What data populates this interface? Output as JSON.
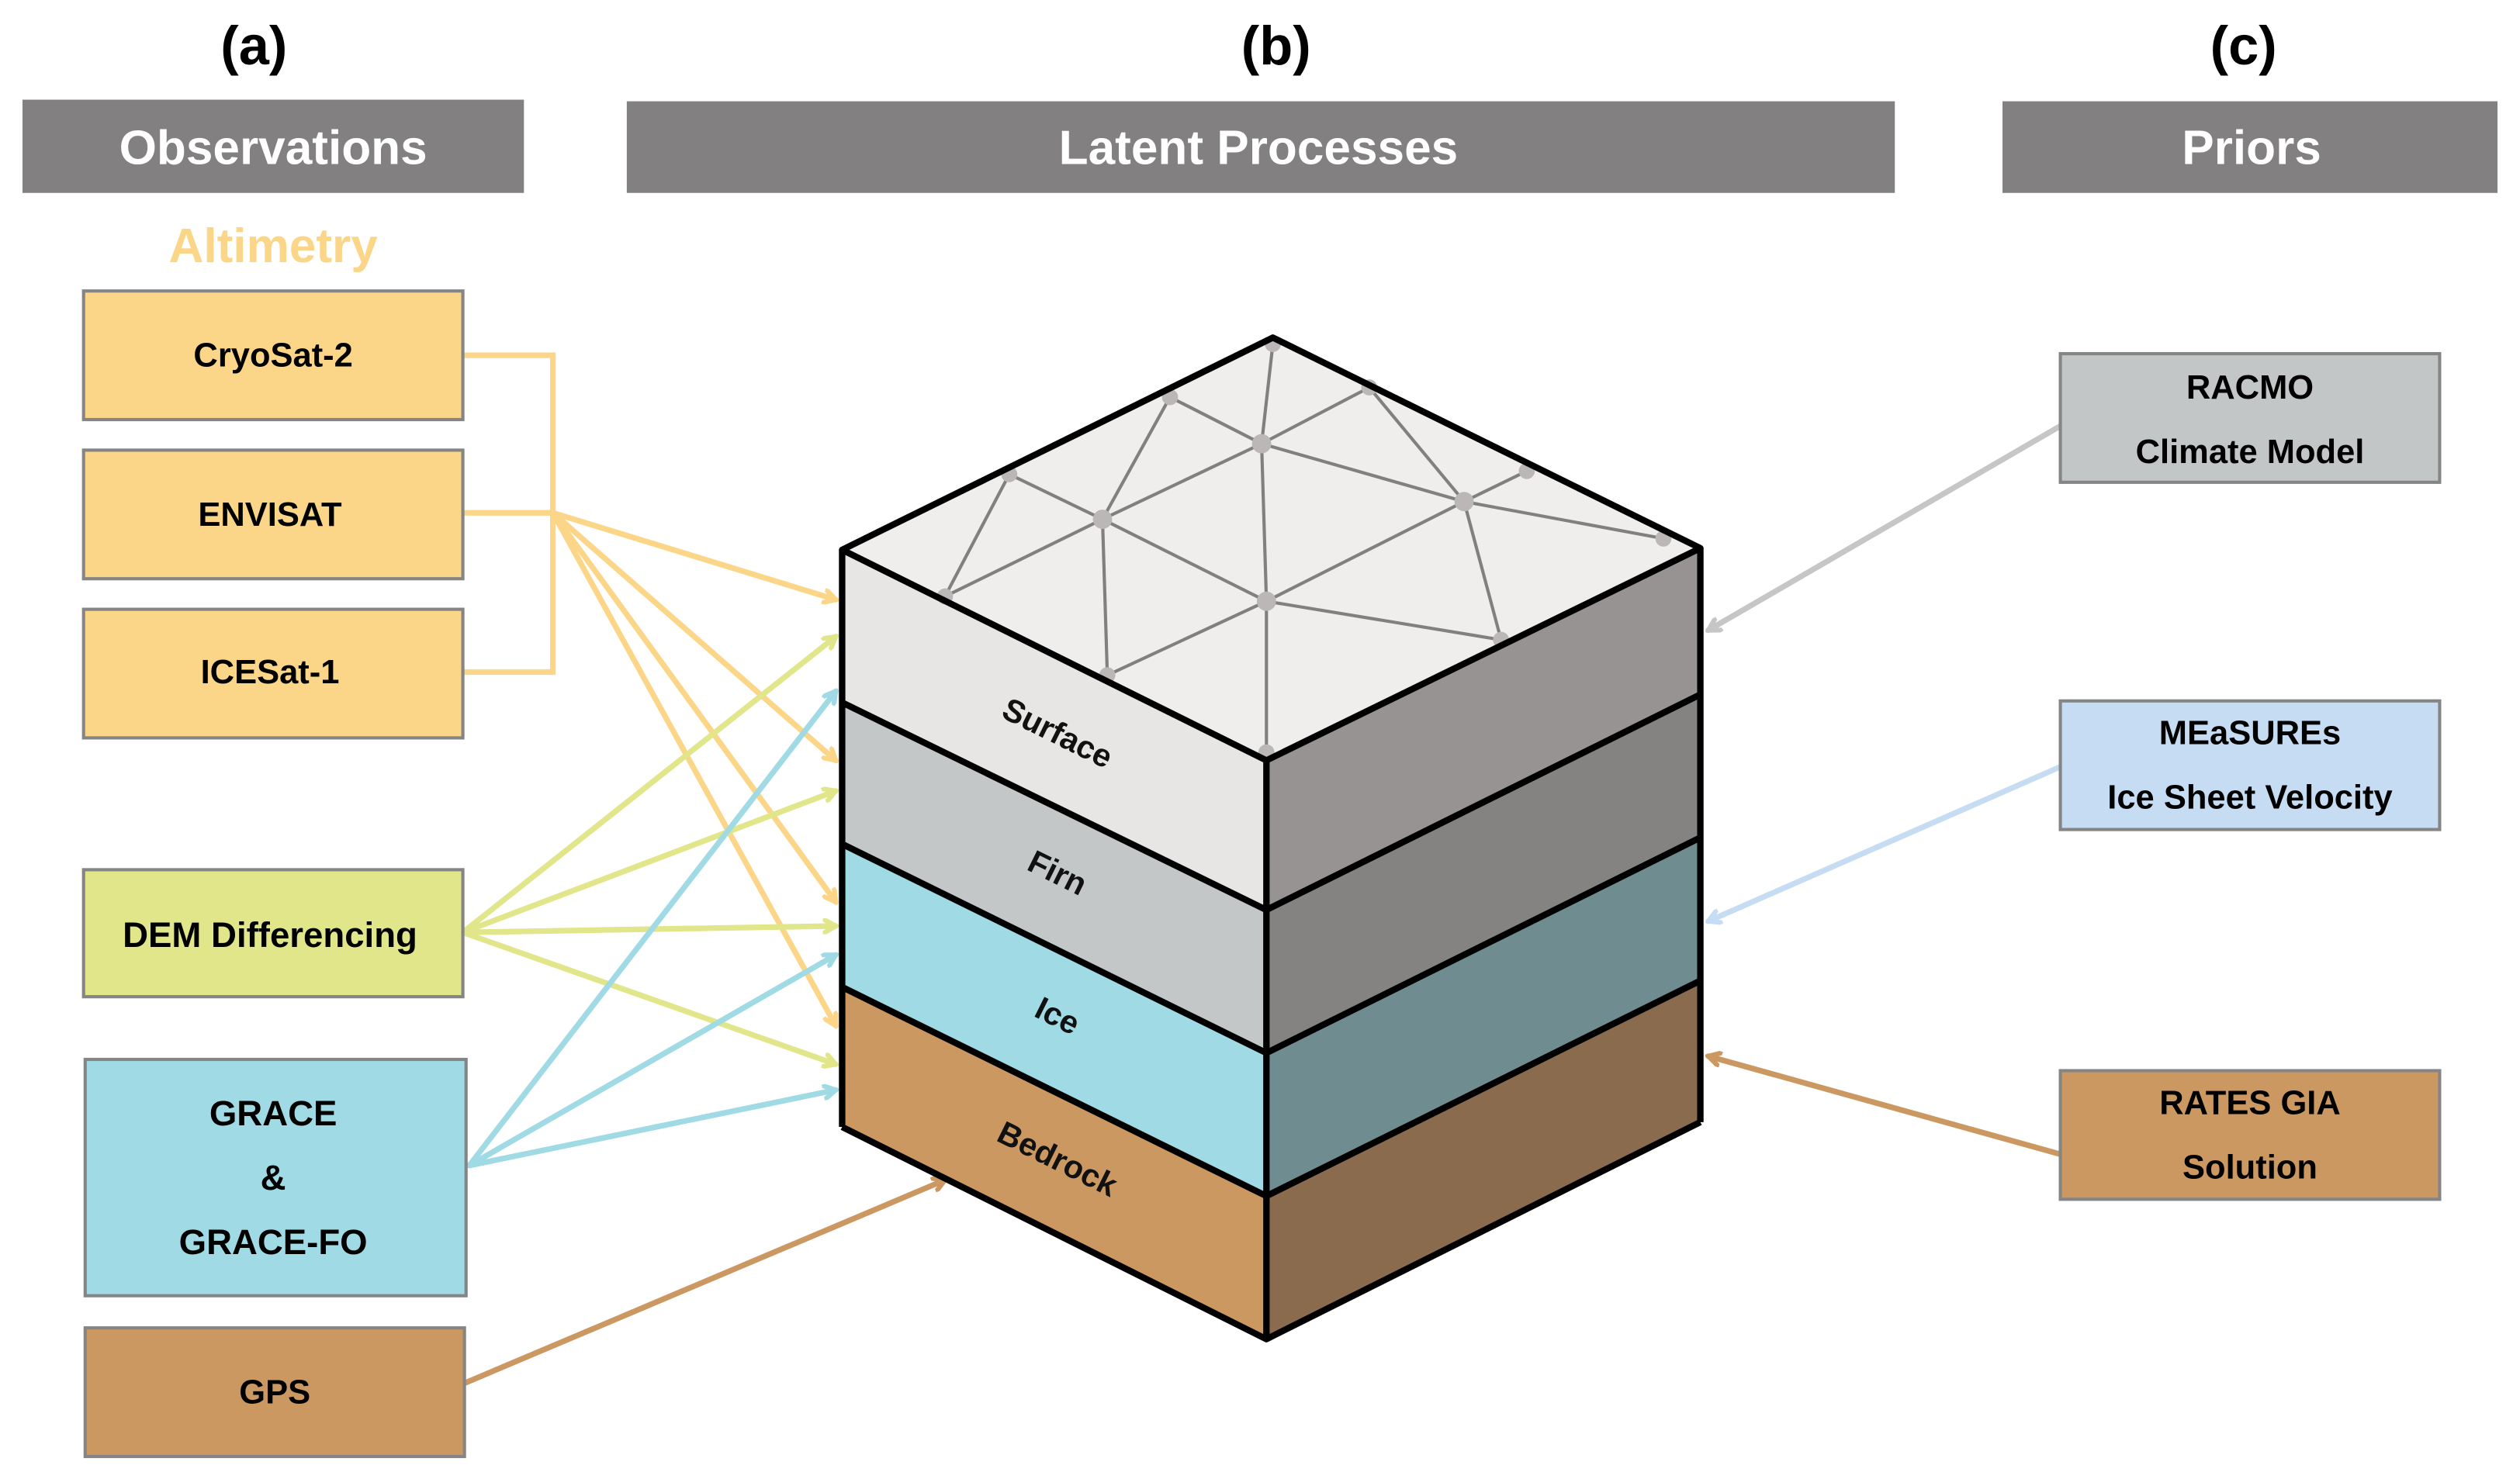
{
  "panels": [
    {
      "letter": "(a)",
      "header": "Observations"
    },
    {
      "letter": "(b)",
      "header": "Latent Processes"
    },
    {
      "letter": "(c)",
      "header": "Priors"
    }
  ],
  "observations": {
    "group_label": "Altimetry",
    "altimetry": [
      {
        "label": "CryoSat-2"
      },
      {
        "label": "ENVISAT"
      },
      {
        "label": "ICESat-1"
      }
    ],
    "dem": {
      "label": "DEM Differencing"
    },
    "grace": {
      "lines": [
        "GRACE",
        "&",
        "GRACE-FO"
      ]
    },
    "gps": {
      "label": "GPS"
    }
  },
  "latent_processes": {
    "layers": [
      {
        "label": "Surface",
        "front_color": "#e8e6e5",
        "side_color": "#979393"
      },
      {
        "label": "Firn",
        "front_color": "#c3c7c8",
        "side_color": "#848381"
      },
      {
        "label": "Ice",
        "front_color": "#a0dae5",
        "side_color": "#6f8c91"
      },
      {
        "label": "Bedrock",
        "front_color": "#cc9862",
        "side_color": "#8a6b4e"
      }
    ],
    "top_color": "#efeeed"
  },
  "priors": [
    {
      "lines": [
        "RACMO",
        "Climate Model"
      ],
      "color": "#c3c6c7",
      "target_layer": "Surface"
    },
    {
      "lines": [
        "MEaSUREs",
        "Ice Sheet Velocity"
      ],
      "color": "#c6dcf2",
      "target_layer": "Ice"
    },
    {
      "lines": [
        "RATES GIA",
        "Solution"
      ],
      "color": "#cc9862",
      "target_layer": "Bedrock"
    }
  ],
  "colors": {
    "header_bg": "#828081",
    "altimetry": "#fbd688",
    "dem": "#e0e689",
    "grace": "#a0dae5",
    "gps": "#cc9862",
    "racmo_arrow": "#c6c6c6",
    "measures_arrow": "#c6dcf2",
    "rates_arrow": "#cc9862"
  }
}
